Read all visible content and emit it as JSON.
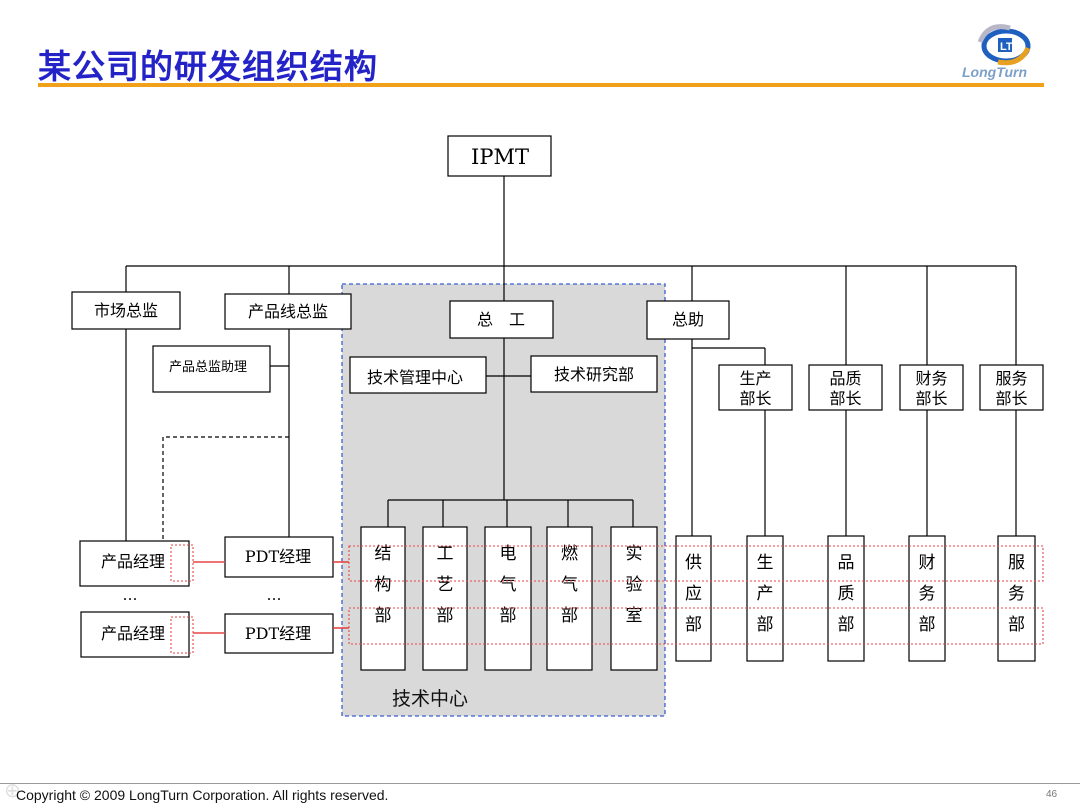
{
  "header": {
    "title": "某公司的研发组织结构",
    "logo_text": "LongTurn",
    "logo_icon": "longturn-logo-icon"
  },
  "colors": {
    "title": "#2323c8",
    "rule": "#f0a019",
    "tech_center_fill": "#d9d9d9",
    "tech_center_border": "#3c5fcc",
    "row_highlight": "#e64646"
  },
  "diagram": {
    "root": "IPMT",
    "marketing_director": "市场总监",
    "product_line_director": "产品线总监",
    "product_director_assistant": "产品总监助理",
    "chief_engineer": "总　工",
    "assistant_gm": "总助",
    "tech_management_center": "技术管理中心",
    "tech_research_dept": "技术研究部",
    "tech_center_label": "技术中心",
    "product_manager_1": "产品经理",
    "product_manager_2": "产品经理",
    "pdt_manager_1": "PDT经理",
    "pdt_manager_2": "PDT经理",
    "ellipsis_left": "…",
    "ellipsis_mid": "…",
    "tech_depts": [
      {
        "chars": [
          "结",
          "构",
          "部"
        ]
      },
      {
        "chars": [
          "工",
          "艺",
          "部"
        ]
      },
      {
        "chars": [
          "电",
          "气",
          "部"
        ]
      },
      {
        "chars": [
          "燃",
          "气",
          "部"
        ]
      },
      {
        "chars": [
          "实",
          "验",
          "室"
        ]
      }
    ],
    "heads": [
      {
        "lines": [
          "生产",
          "部长"
        ]
      },
      {
        "lines": [
          "品质",
          "部长"
        ]
      },
      {
        "lines": [
          "财务",
          "部长"
        ]
      },
      {
        "lines": [
          "服务",
          "部长"
        ]
      }
    ],
    "ops_depts": [
      {
        "chars": [
          "供",
          "应",
          "部"
        ]
      },
      {
        "chars": [
          "生",
          "产",
          "部"
        ]
      },
      {
        "chars": [
          "品",
          "质",
          "部"
        ]
      },
      {
        "chars": [
          "财",
          "务",
          "部"
        ]
      },
      {
        "chars": [
          "服",
          "务",
          "部"
        ]
      }
    ]
  },
  "footer": {
    "copyright": "Copyright © 2009 LongTurn Corporation. All rights reserved.",
    "page_number": "46"
  }
}
